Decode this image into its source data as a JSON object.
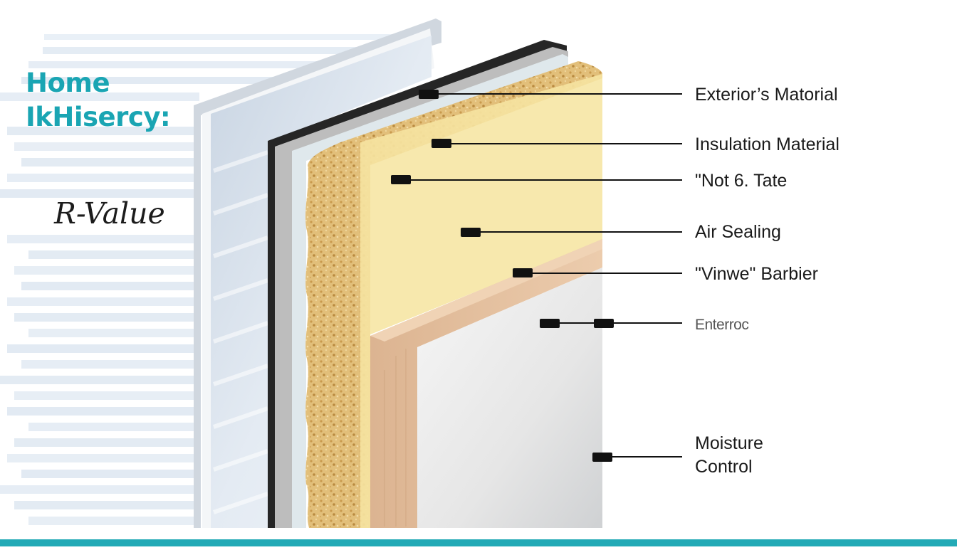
{
  "title": {
    "line1": "Home",
    "line2": "IkHisercy:"
  },
  "subtitle": "R-Value",
  "callouts": [
    {
      "label": "Exterior’s Matorial"
    },
    {
      "label": "Insulation Material"
    },
    {
      "label": "\"Not 6. Tate"
    },
    {
      "label": "Air Sealing"
    },
    {
      "label": "\"Vinwe\" Barbier"
    },
    {
      "label": "Enterroc"
    },
    {
      "label": "Moisture\nControl"
    }
  ],
  "colors": {
    "accent": "#1aa5b3",
    "insulation": "#f5e3a0",
    "wood": "#e6c2a0",
    "leader_line": "#111111"
  }
}
